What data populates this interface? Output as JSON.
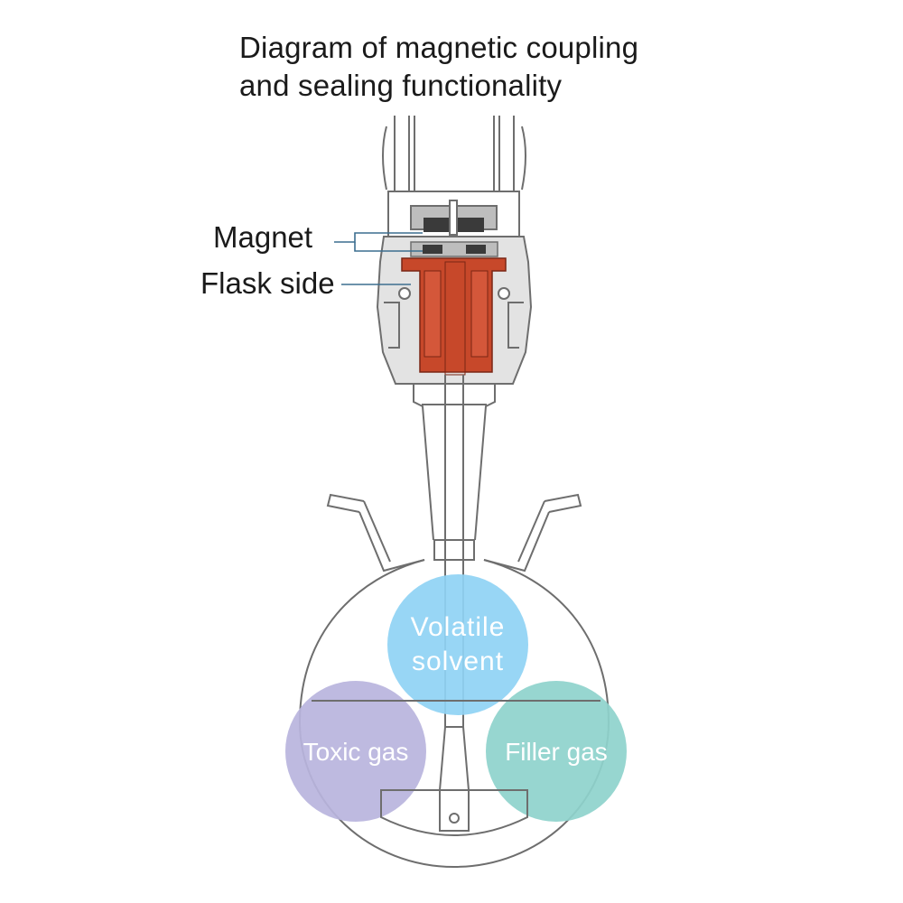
{
  "title": {
    "line1": "Diagram of magnetic coupling",
    "line2": "and sealing functionality"
  },
  "callouts": {
    "magnet": "Magnet",
    "flask_side": "Flask side"
  },
  "circles": [
    {
      "id": "volatile",
      "lines": [
        "Volatile",
        "solvent"
      ],
      "color": "#8fd3f4"
    },
    {
      "id": "toxic",
      "lines": [
        "Toxic gas"
      ],
      "color": "#b9b4dd"
    },
    {
      "id": "filler",
      "lines": [
        "Filler gas"
      ],
      "color": "#8ed2cc"
    }
  ],
  "colors": {
    "outline": "#6e6e6e",
    "housing": "#e3e3e3",
    "magnet_gray": "#bdbdbd",
    "magnet_dark": "#3a3a3a",
    "flask_side_red": "#c7482a",
    "leader_line": "#3c6e8f"
  }
}
